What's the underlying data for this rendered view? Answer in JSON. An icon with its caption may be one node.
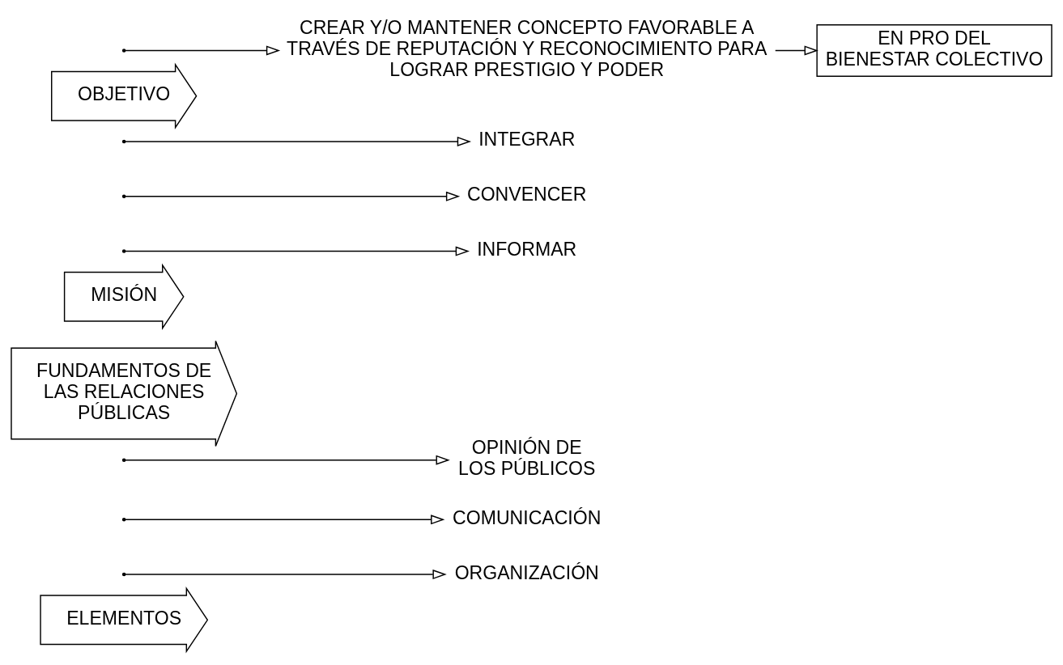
{
  "diagram": {
    "nodes": [
      {
        "text": [
          "ELEMENTOS"
        ]
      },
      {
        "text": [
          "ORGANIZACIÓN"
        ]
      },
      {
        "text": [
          "COMUNICACIÓN"
        ]
      },
      {
        "text": [
          "OPINIÓN DE LOS PÚBLICOS"
        ]
      },
      {
        "text": [
          "FUNDAMENTOS DE LAS RELACIONES PÚBLICAS"
        ]
      },
      {
        "text": [
          "MISIÓN"
        ]
      },
      {
        "text": [
          "INFORMAR"
        ]
      },
      {
        "text": [
          "CONVENCER"
        ]
      },
      {
        "text": [
          "INTEGRAR"
        ]
      },
      {
        "text": [
          "OBJETIVO"
        ]
      },
      {
        "text": [
          "CREAR Y/O MANTENER CONCEPTO FAVORABLE A TRAVÉS DE REPUTACIÓN Y RECONOCIMIENTO PARA LOGRAR PRESTIGIO Y PODER"
        ]
      },
      {
        "text": [
          "EN PRO DEL BIENESTAR COLECTIVO"
        ]
      }
    ],
    "edges": [
      {
        "from": null,
        "to": 1,
        "arrow": "to"
      },
      {
        "from": null,
        "to": 2,
        "arrow": "to"
      },
      {
        "from": null,
        "to": 3,
        "arrow": "to"
      },
      {
        "from": null,
        "to": 6,
        "arrow": "to"
      },
      {
        "from": null,
        "to": 7,
        "arrow": "to"
      },
      {
        "from": null,
        "to": 8,
        "arrow": "to"
      },
      {
        "from": null,
        "to": 10,
        "arrow": "to"
      },
      {
        "from": 10,
        "to": 11,
        "arrow": "to"
      }
    ]
  }
}
